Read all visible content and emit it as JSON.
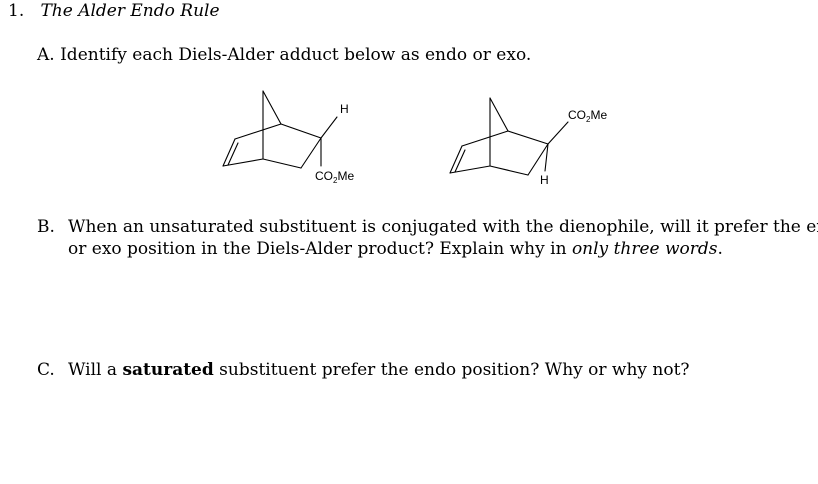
{
  "problem": {
    "number": "1.",
    "title": "The Alder Endo Rule"
  },
  "part_a": {
    "letter": "A.",
    "text": "Identify each Diels-Alder adduct below as endo or exo."
  },
  "molecules": [
    {
      "h_label": "H",
      "ester_label_prefix": "CO",
      "ester_label_sub": "2",
      "ester_label_suffix": "Me"
    },
    {
      "h_label": "H",
      "ester_label_prefix": "CO",
      "ester_label_sub": "2",
      "ester_label_suffix": "Me"
    }
  ],
  "part_b": {
    "letter": "B.",
    "line1": "When an unsaturated substituent is conjugated with the dienophile, will it prefer the endo",
    "line2_pre": "or exo position in the Diels-Alder product?  Explain why in ",
    "line2_italic": "only three words",
    "line2_post": "."
  },
  "part_c": {
    "letter": "C.",
    "pre": "Will a ",
    "bold": "saturated",
    "post": " substituent prefer the endo position?  Why or why not?"
  }
}
